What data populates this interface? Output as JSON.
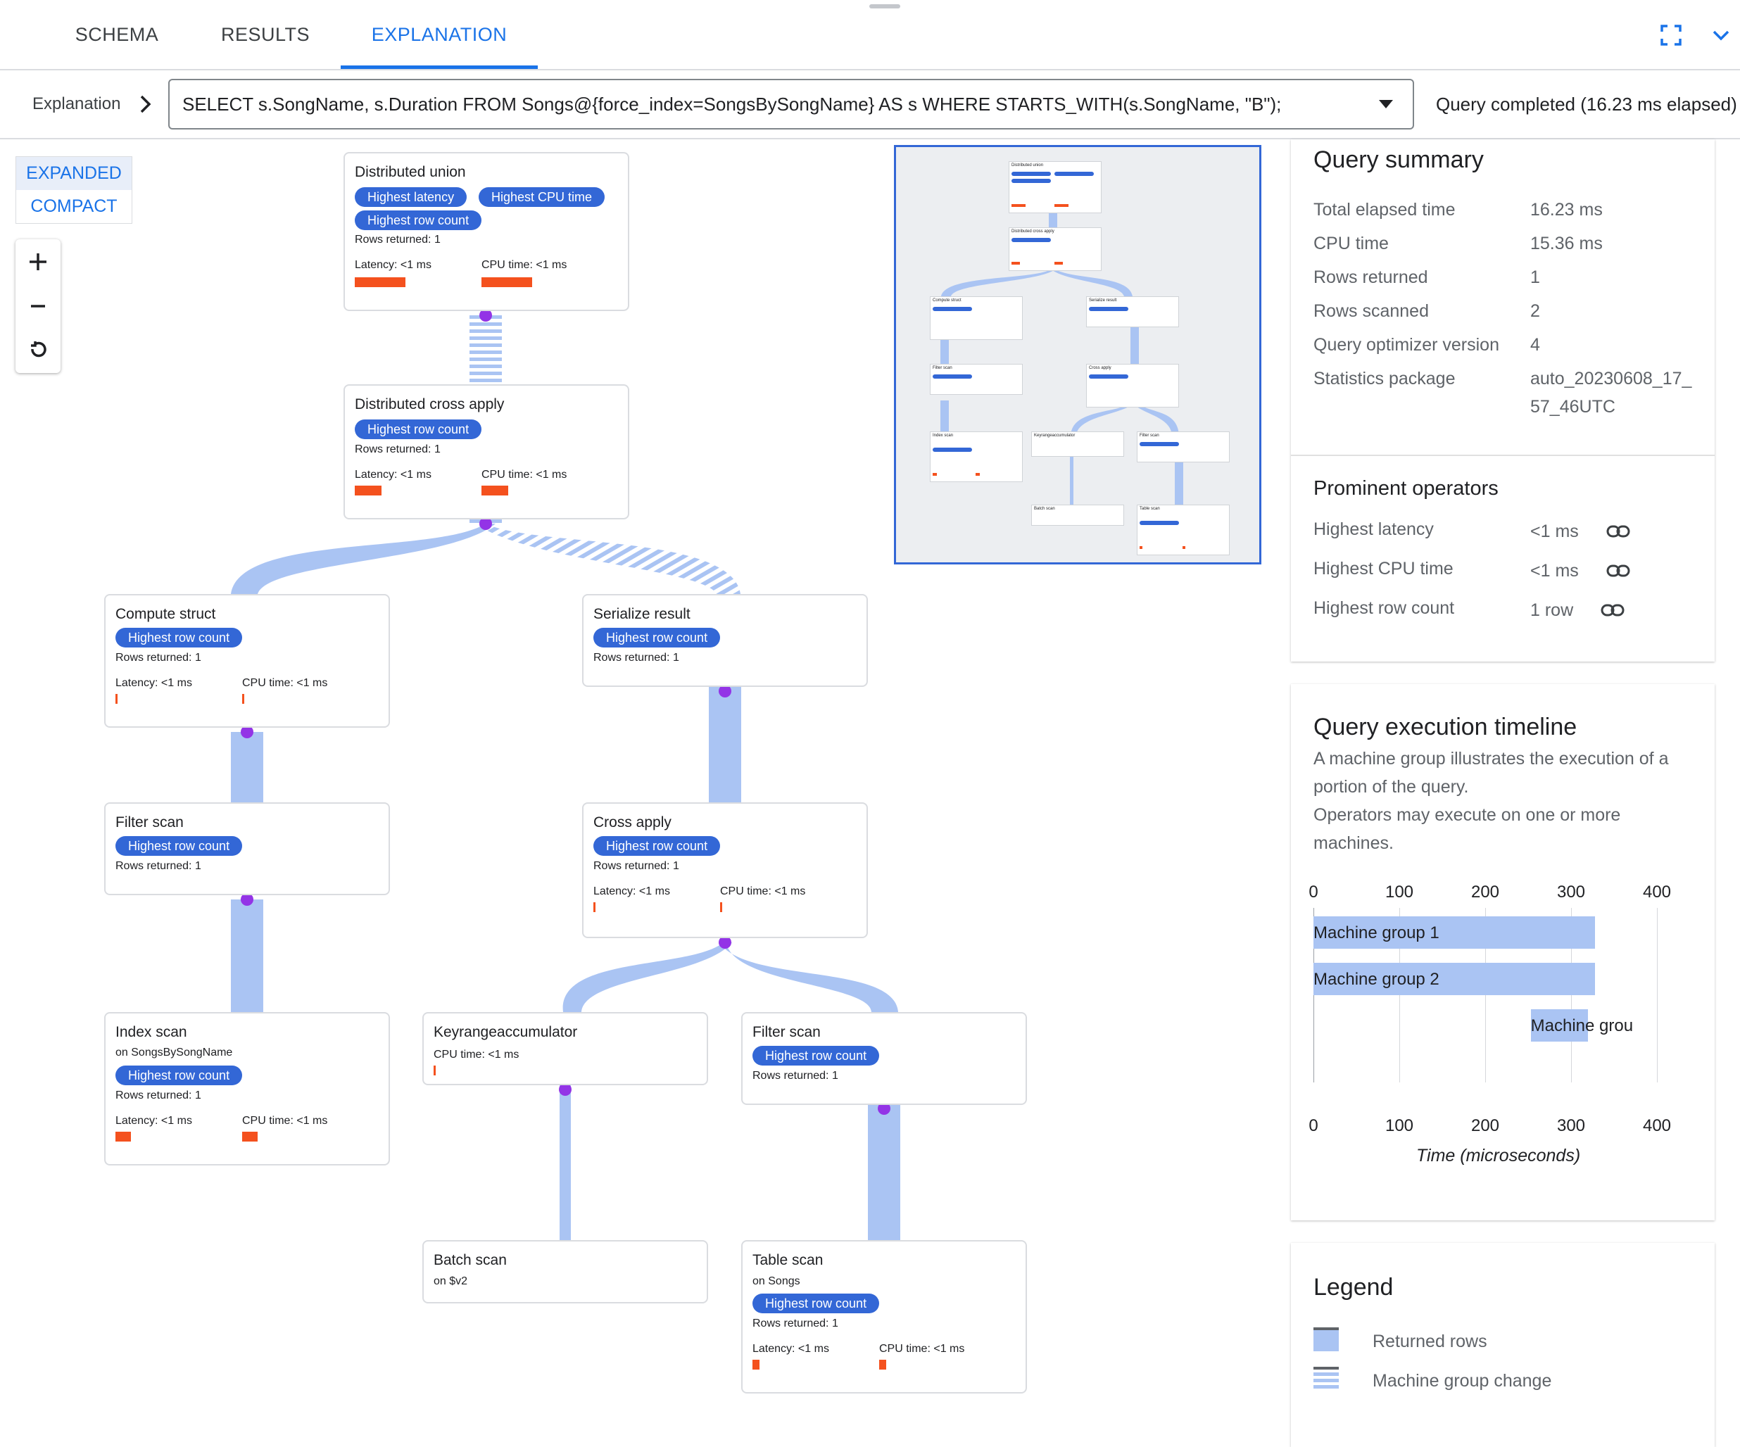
{
  "tabs": [
    {
      "label": "SCHEMA"
    },
    {
      "label": "RESULTS"
    },
    {
      "label": "EXPLANATION"
    }
  ],
  "query_bar": {
    "breadcrumb": "Explanation",
    "query": "SELECT s.SongName, s.Duration FROM Songs@{force_index=SongsBySongName} AS s WHERE STARTS_WITH(s.SongName, \"B\");",
    "status": "Query completed (16.23 ms elapsed)"
  },
  "view_mode": {
    "expanded": "EXPANDED",
    "compact": "COMPACT"
  },
  "zoom": {
    "in": "+",
    "out": "−"
  },
  "plan": {
    "n1": {
      "title": "Distributed union",
      "chips": [
        "Highest latency",
        "Highest CPU time",
        "Highest row count"
      ],
      "rows": "Rows returned: 1",
      "latency": "Latency: <1 ms",
      "cpu": "CPU time: <1 ms"
    },
    "n2": {
      "title": "Distributed cross apply",
      "chips": [
        "Highest row count"
      ],
      "rows": "Rows returned: 1",
      "latency": "Latency: <1 ms",
      "cpu": "CPU time: <1 ms"
    },
    "n3": {
      "title": "Compute struct",
      "chips": [
        "Highest row count"
      ],
      "rows": "Rows returned: 1",
      "latency": "Latency: <1 ms",
      "cpu": "CPU time: <1 ms"
    },
    "n4": {
      "title": "Serialize result",
      "chips": [
        "Highest row count"
      ],
      "rows": "Rows returned: 1"
    },
    "n5": {
      "title": "Filter scan",
      "chips": [
        "Highest row count"
      ],
      "rows": "Rows returned: 1"
    },
    "n6": {
      "title": "Cross apply",
      "chips": [
        "Highest row count"
      ],
      "rows": "Rows returned: 1",
      "latency": "Latency: <1 ms",
      "cpu": "CPU time: <1 ms"
    },
    "n7": {
      "title": "Index scan",
      "sub": "on SongsBySongName",
      "chips": [
        "Highest row count"
      ],
      "rows": "Rows returned: 1",
      "latency": "Latency: <1 ms",
      "cpu": "CPU time: <1 ms"
    },
    "n8": {
      "title": "Keyrangeaccumulator",
      "cpu": "CPU time: <1 ms"
    },
    "n9": {
      "title": "Filter scan",
      "chips": [
        "Highest row count"
      ],
      "rows": "Rows returned: 1"
    },
    "n10": {
      "title": "Batch scan",
      "sub": "on $v2"
    },
    "n11": {
      "title": "Table scan",
      "sub": "on Songs",
      "chips": [
        "Highest row count"
      ],
      "rows": "Rows returned: 1",
      "latency": "Latency: <1 ms",
      "cpu": "CPU time: <1 ms"
    }
  },
  "summary": {
    "title": "Query summary",
    "rows": [
      {
        "label": "Total elapsed time",
        "value": "16.23 ms"
      },
      {
        "label": "CPU time",
        "value": "15.36 ms"
      },
      {
        "label": "Rows returned",
        "value": "1"
      },
      {
        "label": "Rows scanned",
        "value": "2"
      },
      {
        "label": "Query optimizer version",
        "value": "4"
      },
      {
        "label": "Statistics package",
        "value": "auto_20230608_17_57_46UTC"
      }
    ],
    "prominent_title": "Prominent operators",
    "prominent": [
      {
        "label": "Highest latency",
        "value": "<1 ms"
      },
      {
        "label": "Highest CPU time",
        "value": "<1 ms"
      },
      {
        "label": "Highest row count",
        "value": "1 row"
      }
    ]
  },
  "timeline": {
    "title": "Query execution timeline",
    "desc1": "A machine group illustrates the execution of a portion of the query.",
    "desc2": "Operators may execute on one or more machines.",
    "axis_title": "Time (microseconds)"
  },
  "chart_data": {
    "type": "bar",
    "orientation": "horizontal",
    "categories": [
      "Machine group 1",
      "Machine group 2",
      "Machine grou"
    ],
    "ranges": [
      [
        0,
        328
      ],
      [
        0,
        328
      ],
      [
        253,
        320
      ]
    ],
    "xlim": [
      0,
      400
    ],
    "xticks": [
      0,
      100,
      200,
      300,
      400
    ],
    "xlabel": "Time (microseconds)",
    "grid": true
  },
  "legend": {
    "title": "Legend",
    "items": [
      {
        "label": "Returned rows"
      },
      {
        "label": "Machine group change"
      }
    ]
  },
  "colors": {
    "accent": "#1a73e8",
    "chip": "#3367d6",
    "metric_bar": "#f4511e",
    "edge": "#aac4f3",
    "port": "#9334e6"
  }
}
